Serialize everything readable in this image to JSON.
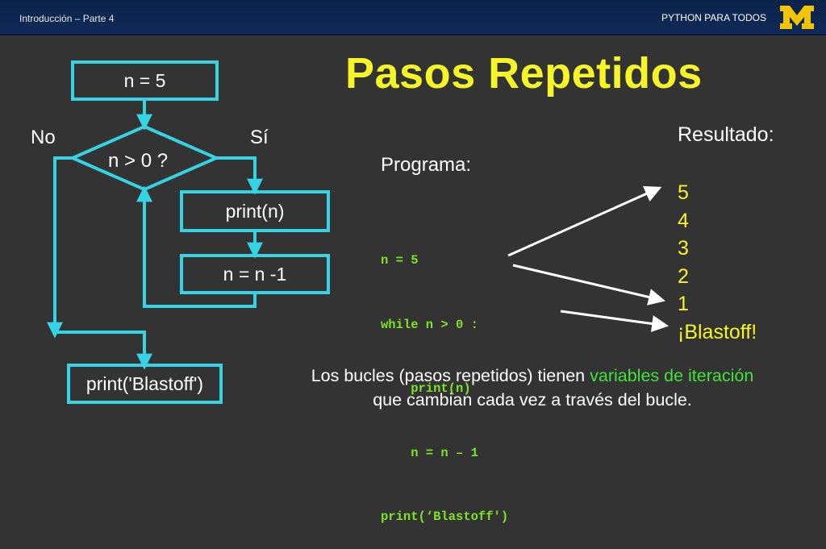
{
  "header": {
    "course": "Introducción – Parte 4",
    "brand": "PYTHON PARA TODOS"
  },
  "slide": {
    "title": "Pasos Repetidos"
  },
  "flowchart": {
    "init": "n = 5",
    "condition": "n > 0 ?",
    "no_label": "No",
    "yes_label": "Sí",
    "print_n": "print(n)",
    "decrement": "n = n -1",
    "print_blastoff": "print('Blastoff')"
  },
  "program": {
    "label": "Programa:",
    "lines": [
      "n = 5",
      "while n > 0 :",
      "    print(n)",
      "    n = n – 1",
      "print(‘Blastoff')"
    ]
  },
  "output": {
    "label": "Resultado:",
    "lines": [
      "5",
      "4",
      "3",
      "2",
      "1",
      "¡Blastoff!"
    ]
  },
  "caption": {
    "pre": "Los bucles (pasos repetidos) tienen ",
    "highlight": "variables de iteración",
    "post": "que cambian cada vez a través del bucle."
  },
  "colors": {
    "flow": "#35d3e3",
    "title": "#f5f527",
    "code": "#7ee324",
    "highlight": "#3fe33a"
  }
}
